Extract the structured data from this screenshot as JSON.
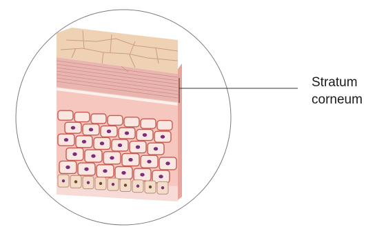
{
  "label": {
    "line1": "Stratum",
    "line2": "corneum"
  },
  "colors": {
    "circle_stroke": "#7a7a7a",
    "callout_line": "#333333",
    "top_surface": "#efd2b3",
    "top_plate_lines": "#c99b86",
    "corneum_layer": "#e9b5b0",
    "granular_layer": "#f1c9c3",
    "cell_fill": "#fbe7e2",
    "cell_border": "#c9584f",
    "nucleus": "#7a2f7a",
    "basal_cells": "#f3dcc8",
    "dermis": "#f6dbd7"
  },
  "icons": {
    "diagram": "skin-layer-cross-section"
  }
}
